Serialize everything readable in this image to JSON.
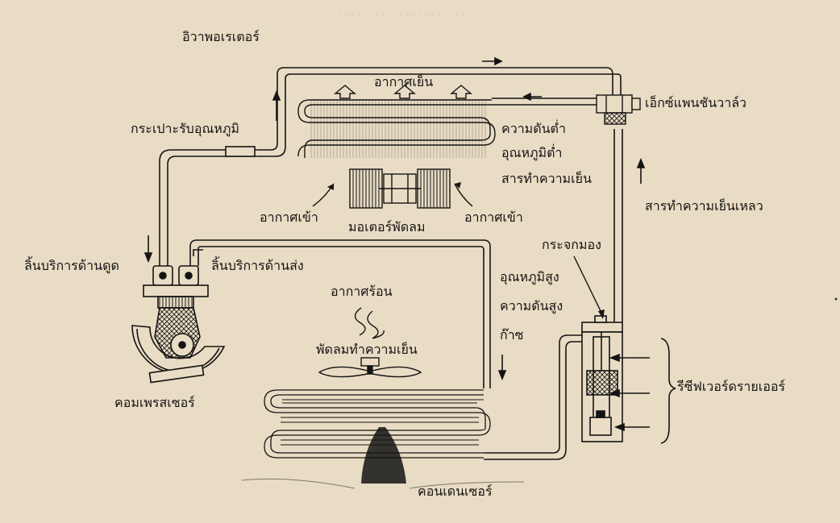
{
  "labels": {
    "evaporator": "อิวาพอเรเตอร์",
    "cool_air": "อากาศเย็น",
    "expansion_valve": "เอ็กซ์แพนชันวาล์ว",
    "temp_bulb": "กระเปาะรับอุณหภูมิ",
    "low_pressure": "ความดันต่ำ",
    "low_temp": "อุณหภูมิต่ำ",
    "refrigerant": "สารทำความเย็น",
    "liquid_refrigerant": "สารทำความเย็นเหลว",
    "air_in_left": "อากาศเข้า",
    "air_in_right": "อากาศเข้า",
    "fan_motor": "มอเตอร์พัดลม",
    "suction_valve": "ลิ้นบริการด้านดูด",
    "discharge_valve": "ลิ้นบริการด้านส่ง",
    "sight_glass": "กระจกมอง",
    "hot_air": "อากาศร้อน",
    "high_temp": "อุณหภูมิสูง",
    "high_pressure": "ความดันสูง",
    "gas": "ก๊าซ",
    "cooling_fan": "พัดลมทำความเย็น",
    "receiver_drier": "รีซีฟเวอร์ดรายเออร์",
    "compressor": "คอมเพรสเซอร์",
    "condenser": "คอนเดนเซอร์"
  },
  "colors": {
    "paper": "#e9dcc4",
    "ink": "#141414"
  }
}
